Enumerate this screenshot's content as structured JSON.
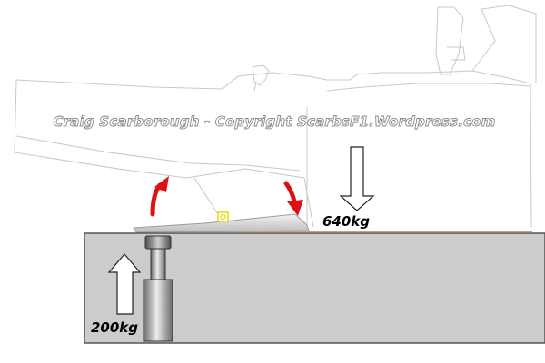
{
  "diagram": {
    "watermark": "Craig Scarborough - Copyright ScarbsF1.Wordpress.com",
    "loads": {
      "floor_load": "640kg",
      "jack_load": "200kg"
    },
    "colors": {
      "car_outline": "#c8c8c8",
      "platform_fill": "#cccccc",
      "platform_stroke": "#555555",
      "plank": "#c8a27a",
      "rotation_arrows": "#dd1111",
      "skid_block": "#d8d8d8",
      "pivot_marker": "#e6d800"
    }
  }
}
